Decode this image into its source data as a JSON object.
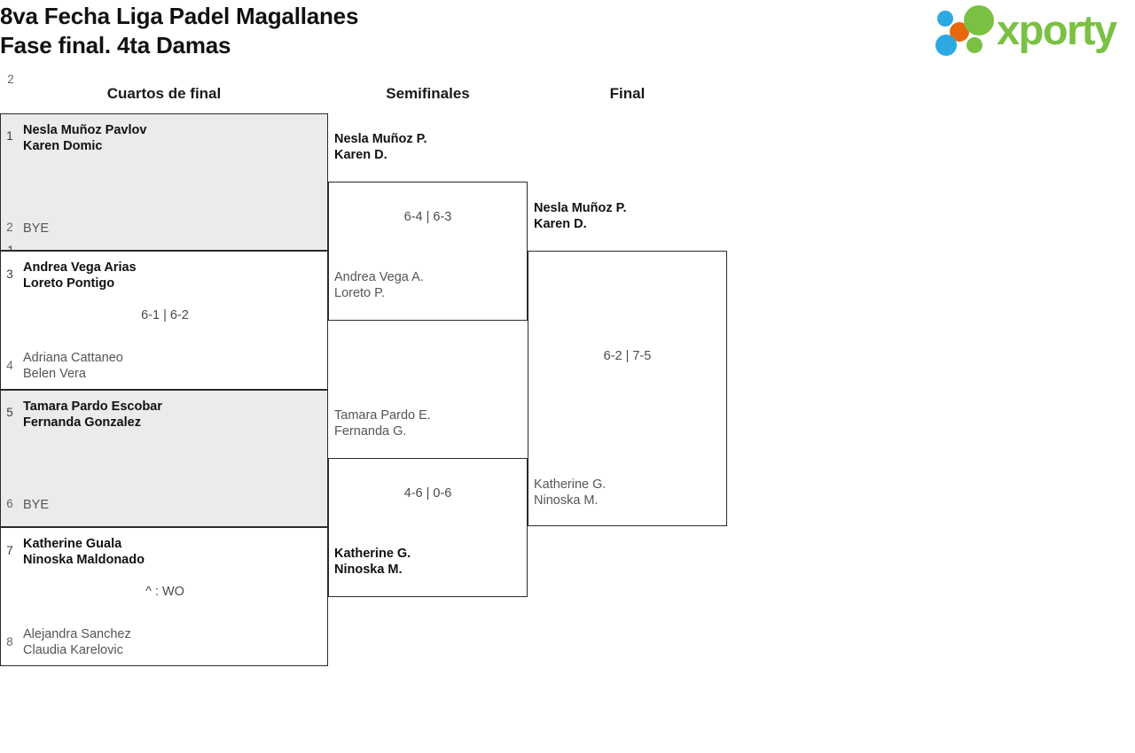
{
  "header": {
    "title": "8va Fecha Liga Padel Magallanes\nFase final. 4ta Damas",
    "brand": {
      "wordmark": "xporty",
      "colors": {
        "green": "#7ac143",
        "blue": "#2ba9e0",
        "orange": "#e8670c"
      }
    }
  },
  "rounds": [
    {
      "id": "qf",
      "label": "Cuartos de final"
    },
    {
      "id": "sf",
      "label": "Semifinales"
    },
    {
      "id": "f",
      "label": "Final"
    }
  ],
  "bracket": {
    "quarterfinals": [
      {
        "score": "",
        "shaded": true,
        "top": {
          "seed": "1",
          "name": "Nesla Muñoz Pavlov\nKaren Domic",
          "winner": true,
          "bye": false
        },
        "bottom": {
          "seed": "2",
          "name": "BYE",
          "winner": false,
          "bye": true
        }
      },
      {
        "score": "6-1 | 6-2",
        "shaded": false,
        "top": {
          "seed": "3",
          "name": "Andrea Vega Arias\nLoreto Pontigo",
          "winner": true,
          "bye": false
        },
        "bottom": {
          "seed": "4",
          "name": "Adriana Cattaneo\nBelen Vera",
          "winner": false,
          "bye": false
        }
      },
      {
        "score": "",
        "shaded": true,
        "top": {
          "seed": "5",
          "name": "Tamara Pardo Escobar\nFernanda Gonzalez",
          "winner": true,
          "bye": false
        },
        "bottom": {
          "seed": "6",
          "name": "BYE",
          "winner": false,
          "bye": true
        }
      },
      {
        "score": "^ : WO",
        "shaded": false,
        "top": {
          "seed": "7",
          "name": "Katherine Guala\nNinoska Maldonado",
          "winner": true,
          "bye": false
        },
        "bottom": {
          "seed": "8",
          "name": "Alejandra Sanchez\nClaudia Karelovic",
          "winner": false,
          "bye": false
        }
      }
    ],
    "semifinals": [
      {
        "score": "6-4 | 6-3",
        "top": {
          "name": "Nesla Muñoz P.\nKaren D.",
          "winner": true
        },
        "bottom": {
          "name": "Andrea Vega A.\nLoreto P.",
          "winner": false
        }
      },
      {
        "score": "4-6 | 0-6",
        "top": {
          "name": "Tamara Pardo E.\nFernanda G.",
          "winner": false
        },
        "bottom": {
          "name": "Katherine G.\nNinoska M.",
          "winner": true
        }
      }
    ],
    "final": {
      "score": "6-2 | 7-5",
      "top": {
        "name": "Nesla Muñoz P.\nKaren D.",
        "winner": true
      },
      "bottom": {
        "name": "Katherine G.\nNinoska M.",
        "winner": false
      }
    }
  }
}
